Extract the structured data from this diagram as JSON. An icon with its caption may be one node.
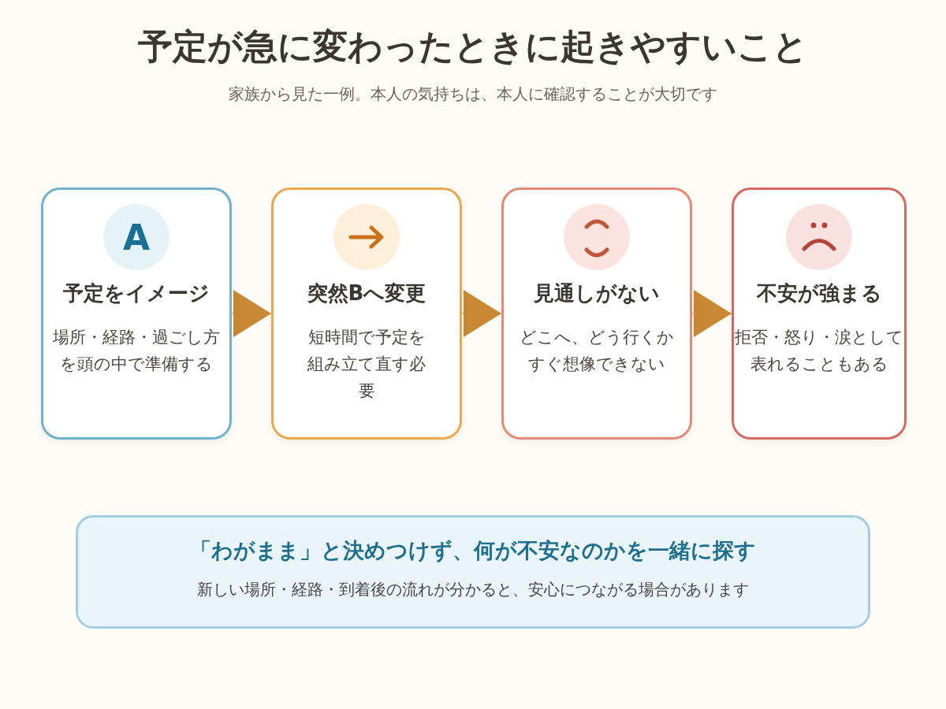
{
  "diagram": {
    "title": "予定が急に変わったときに起きやすいこと",
    "nodes": [
      {
        "text": [
          "A",
          "予定をイメージ",
          "場所・経路・過ごし方を頭の中で準備する"
        ]
      },
      {
        "text": [
          "突然Bへ変更",
          "短時間で予定を組み立て直す必要"
        ]
      },
      {
        "text": [
          "見通しがない",
          "どこへ、どう行くかすぐ想像できない"
        ]
      },
      {
        "text": [
          "不安が強まる",
          "拒否・怒り・涙として表れることもある"
        ]
      },
      {
        "text": [
          "「わがまま」と決めつけず、何が不安なのかを一緒に探す",
          "新しい場所・経路・到着後の流れが分かると、安心につながる場合があります"
        ]
      }
    ],
    "edges": [
      {
        "from": 0,
        "to": 1,
        "arrow": "to"
      },
      {
        "from": 1,
        "to": 2,
        "arrow": "to"
      },
      {
        "from": 2,
        "to": 3,
        "arrow": "to"
      }
    ],
    "labels": [
      "家族から見た一例。本人の気持ちは、本人に確認することが大切です"
    ]
  }
}
